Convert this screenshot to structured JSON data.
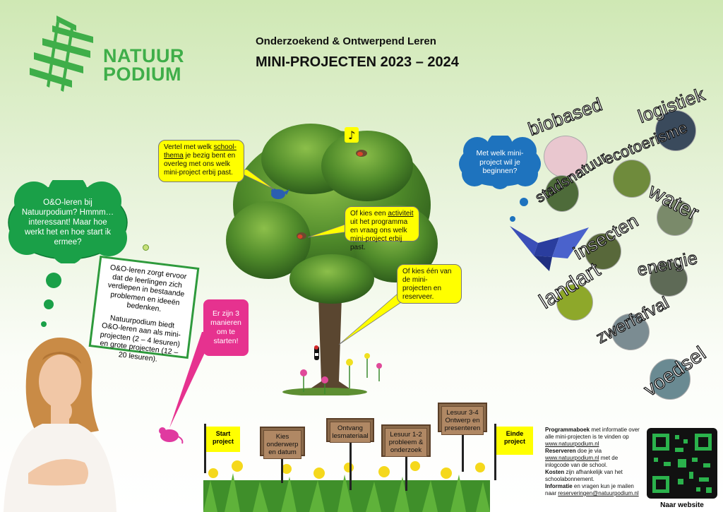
{
  "brand": {
    "line1": "NATUUR",
    "line2": "PODIUM"
  },
  "header": {
    "subtitle": "Onderzoekend & Ontwerpend Leren",
    "title": "MINI-PROJECTEN 2023 – 2024"
  },
  "cloud_left": {
    "text": "O&O-leren bij Natuurpodium? Hmmm…interessant! Maar hoe werkt het en hoe start ik ermee?"
  },
  "cloud_right": {
    "text": "Met welk mini-project wil je beginnen?"
  },
  "info_box": {
    "p1": "O&O-leren zorgt ervoor dat de leerlingen zich verdiepen in bestaande problemen en ideeën bedenken.",
    "p2": "Natuurpodium biedt O&O-leren aan als mini-projecten (2 – 4 lesuren) en grote projecten (12 – 20 lesuren)."
  },
  "pink_box": {
    "text": "Er zijn 3 manieren om te starten!"
  },
  "bubble_theme": {
    "pre": "Vertel met welk ",
    "link": "school-thema",
    "post": " je bezig bent en overleg met ons welk mini-project erbij past."
  },
  "bubble_activity": {
    "pre": "Of kies een ",
    "link": "activiteit",
    "post": " uit het programma en vraag ons welk mini-project erbij past."
  },
  "bubble_mini": {
    "text": "Of kies één van de mini-projecten en reserveer."
  },
  "themes": [
    "biobased",
    "logistiek",
    "ecotoerisme",
    "stadsnatuur",
    "water",
    "insecten",
    "energie",
    "landart",
    "zwerfafval",
    "voedsel"
  ],
  "timeline": {
    "start": "Start project",
    "end": "Einde project",
    "steps": [
      "Kies onderwerp en datum",
      "Ontvang lesmateriaal",
      "Lesuur 1-2 probleem & onderzoek",
      "Lesuur 3-4 Ontwerp en presenteren"
    ]
  },
  "info": {
    "l1b": "Programmaboek",
    "l1": " met informatie over alle mini-projecten is te vinden op ",
    "l1u": "www.natuurpodium.nl",
    "l2b": "Reserveren",
    "l2": " doe je via ",
    "l2u": "www.natuurpodium.nl",
    "l2c": " met de inlogcode van de school.",
    "l3b": "Kosten",
    "l3": " zijn afhankelijk van het schoolabonnement.",
    "l4b": "Informatie",
    "l4": " en vragen kun je mailen naar ",
    "l4u": "reserveringen@natuurpodium.nl"
  },
  "qr": {
    "caption": "Naar website"
  },
  "colors": {
    "brand_green": "#3fae49",
    "cloud_green": "#1aa048",
    "cloud_blue": "#1e73be",
    "bubble_yellow": "#ffff00",
    "pink": "#e6328f"
  }
}
